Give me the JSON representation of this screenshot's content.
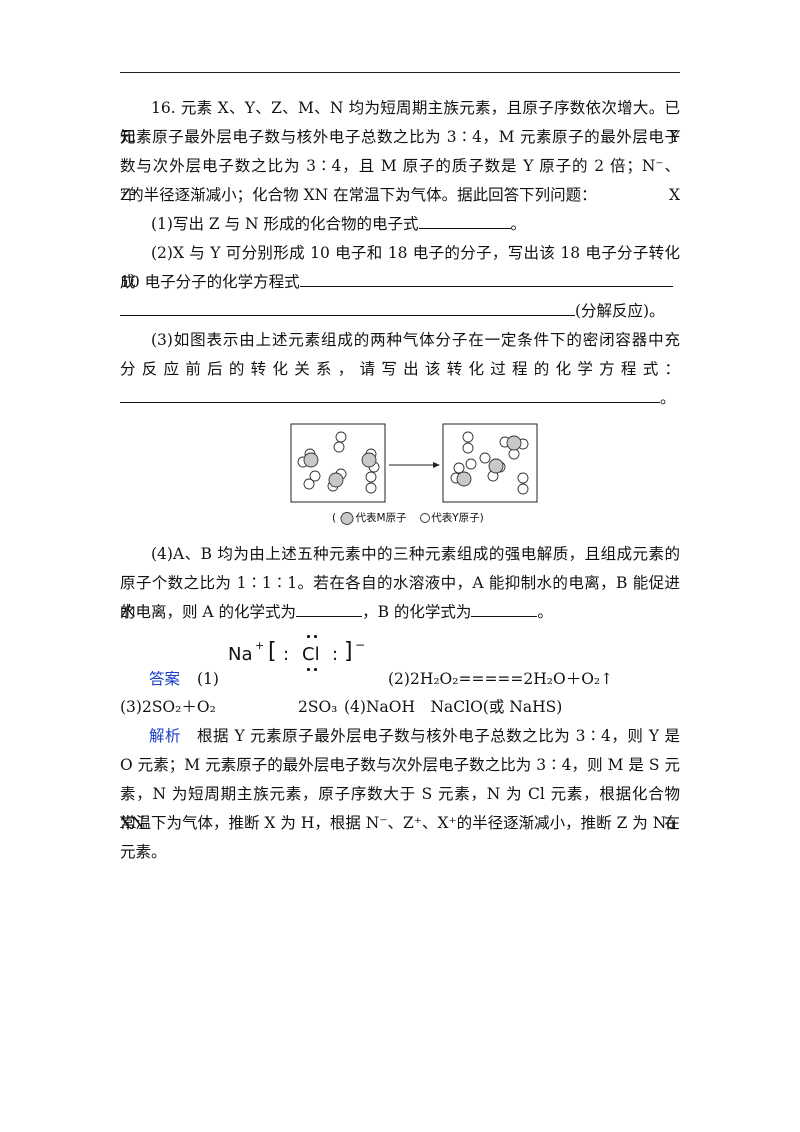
{
  "q16": {
    "line1": "16. 元素 X、Y、Z、M、N 均为短周期主族元素，且原子序数依次增大。已知 Y",
    "line2": "元素原子最外层电子数与核外电子总数之比为 3∶4，M 元素原子的最外层电子",
    "line3": "数与次外层电子数之比为 3∶4，且 M 原子的质子数是 Y 原子的 2 倍；N⁻、Z⁺、X",
    "line4": "⁺的半径逐渐减小；化合物 XN 在常温下为气体。据此回答下列问题：",
    "part1": "(1)写出 Z 与 N 形成的化合物的电子式",
    "part1_end": "。",
    "part2_line1": "(2)X 与 Y 可分别形成 10 电子和 18 电子的分子，写出该 18 电子分子转化成",
    "part2_line2": "10 电子分子的化学方程式",
    "part2_end": "(分解反应)。",
    "part3_line1": "(3)如图表示由上述元素组成的两种气体分子在一定条件下的密闭容器中充",
    "part3_line2": "分反应前后的转化关系，请写出该转化过程的化学方程式：",
    "part3_end": "。",
    "legend_open": "(",
    "legend_m": "代表M原子",
    "legend_y": "代表Y原子)",
    "part4_line1": "(4)A、B 均为由上述五种元素中的三种元素组成的强电解质，且组成元素的",
    "part4_line2": "原子个数之比为 1∶1∶1。若在各自的水溶液中，A 能抑制水的电离，B 能促进水",
    "part4_line3a": "的电离，则 A 的化学式为",
    "part4_line3b": "，B 的化学式为",
    "part4_line3c": "。"
  },
  "answer": {
    "label": "答案",
    "p1": "(1)",
    "lewis_na": "Na",
    "lewis_plus": "+",
    "lewis_lb": "[",
    "lewis_colon": ":",
    "lewis_cl": "Cl",
    "lewis_rb": "]",
    "lewis_minus": "−",
    "p2": "(2)2H₂O₂=====2H₂O＋O₂↑",
    "p3a": "(3)2SO₂＋O₂",
    "p3b": "2SO₃",
    "p4": "(4)NaOH　NaClO(或 NaHS)"
  },
  "analysis": {
    "label": "解析",
    "line1": "根据 Y 元素原子最外层电子数与核外电子总数之比为 3∶4，则 Y 是",
    "line2": "O 元素；M 元素原子的最外层电子数与次外层电子数之比为 3∶4，则 M 是 S 元",
    "line3": "素，N 为短周期主族元素，原子序数大于 S 元素，N 为 Cl 元素，根据化合物 XN 在",
    "line4": "常温下为气体，推断 X 为 H，根据 N⁻、Z⁺、X⁺的半径逐渐减小，推断 Z 为 Na 元素。"
  },
  "colors": {
    "keyword": "#1a3dc8",
    "m_atom": "#c8c8c8",
    "y_atom": "#ffffff"
  }
}
